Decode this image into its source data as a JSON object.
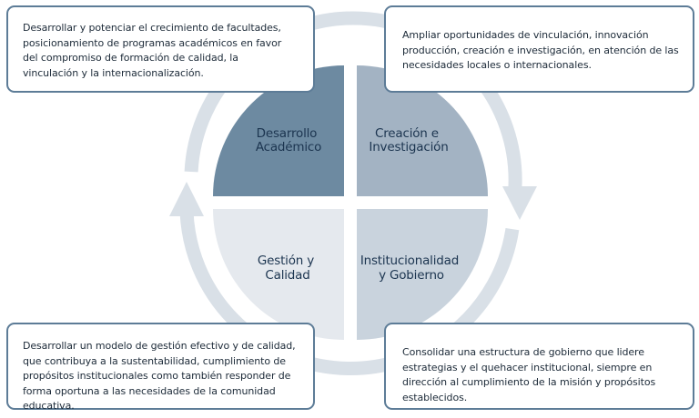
{
  "quadrants": [
    {
      "id": "q-tl",
      "lines": [
        "Desarrollo",
        "Académico"
      ],
      "fill": "#6d8aa1",
      "text_color": "#1c3550"
    },
    {
      "id": "q-tr",
      "lines": [
        "Creación e",
        "Investigación"
      ],
      "fill": "#a3b3c3",
      "text_color": "#1c3550"
    },
    {
      "id": "q-bl",
      "lines": [
        "Gestión y",
        "Calidad"
      ],
      "fill": "#e5e9ee",
      "text_color": "#1c3550"
    },
    {
      "id": "q-br",
      "lines": [
        "Institucionalidad",
        "y Gobierno"
      ],
      "fill": "#c9d3dd",
      "text_color": "#1c3550"
    }
  ],
  "boxes": {
    "top_left": "Desarrollar y potenciar el crecimiento de facultades, posicionamiento de programas académicos en favor del compromiso de formación de calidad, la vinculación y la internacionalización.",
    "top_right": "Ampliar oportunidades de vinculación, innovación producción, creación e investigación, en atención de las necesidades locales o internacionales.",
    "bottom_left": "Desarrollar un modelo de gestión efectivo y de calidad, que contribuya a la sustentabilidad, cumplimiento de propósitos institucionales como también responder de forma oportuna a las necesidades de la comunidad educativa.",
    "bottom_right": "Consolidar una estructura de gobierno que lidere estrategias y el quehacer institucional, siempre en dirección al cumplimiento de la misión y propósitos establecidos."
  },
  "colors": {
    "ring": "#d9e0e7",
    "box_border": "#5d7c97",
    "text": "#1c2a38"
  }
}
